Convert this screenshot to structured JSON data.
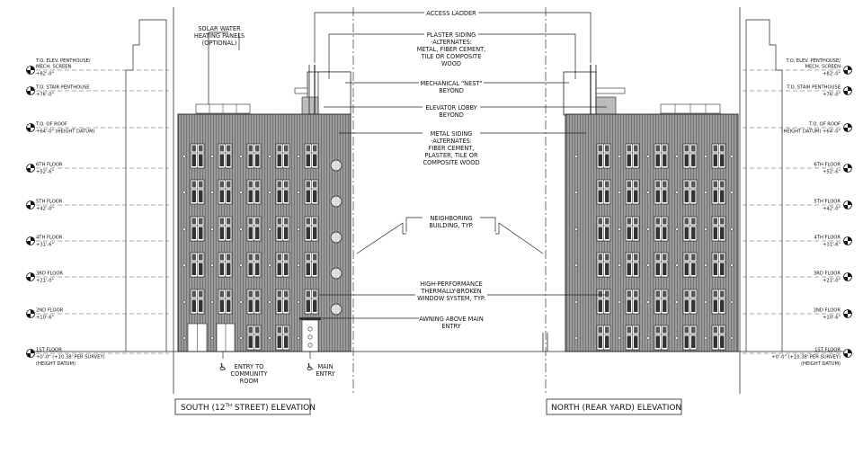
{
  "notes": {
    "solar": [
      "SOLAR WATER",
      "HEATING PANELS",
      "(OPTIONAL)"
    ],
    "ladder": [
      "ACCESS LADDER"
    ],
    "plaster": [
      "PLASTER SIDING",
      "-ALTERNATES:",
      "METAL, FIBER CEMENT,",
      "TILE OR COMPOSITE",
      "WOOD"
    ],
    "mechanical": [
      "MECHANICAL \"NEST\"",
      "BEYOND"
    ],
    "elevator": [
      "ELEVATOR LOBBY",
      "BEYOND"
    ],
    "metal": [
      "METAL SIDING",
      "-ALTERNATES:",
      "FIBER CEMENT,",
      "PLASTER, TILE OR",
      "COMPOSITE WOOD"
    ],
    "neighbor": [
      "NEIGHBORING",
      "BUILDING, TYP."
    ],
    "window": [
      "HIGH-PERFORMANCE",
      "THERMALLY-BROKEN",
      "WINDOW SYSTEM, TYP."
    ],
    "awning": [
      "AWNING ABOVE MAIN",
      "ENTRY"
    ]
  },
  "entries": {
    "community": [
      "ENTRY TO",
      "COMMUNITY",
      "ROOM"
    ],
    "main": [
      "MAIN",
      "ENTRY"
    ]
  },
  "levels_left": [
    {
      "name": "T.O. ELEV. PENTHOUSE/",
      "name2": "MECH. SCREEN",
      "value": "+82'-0\""
    },
    {
      "name": "T.O. STAIR PENTHOUSE",
      "name2": "",
      "value": "+76'-0\""
    },
    {
      "name": "T.O. OF ROOF",
      "name2": "",
      "value": "+64'-0\" (HEIGHT DATUM)"
    },
    {
      "name": "6TH FLOOR",
      "name2": "",
      "value": "+52'-6\""
    },
    {
      "name": "5TH FLOOR",
      "name2": "",
      "value": "+42'-0\""
    },
    {
      "name": "4TH FLOOR",
      "name2": "",
      "value": "+31'-6\""
    },
    {
      "name": "3RD FLOOR",
      "name2": "",
      "value": "+21'-0\""
    },
    {
      "name": "2ND FLOOR",
      "name2": "",
      "value": "+10'-6\""
    },
    {
      "name": "1ST FLOOR",
      "name2": "",
      "value": "+0'-0\" (+10.38' PER SURVEY)",
      "value2": "(HEIGHT DATUM)"
    }
  ],
  "levels_right": [
    {
      "name": "T.O. ELEV. PENTHOUSE/",
      "name2": "MECH. SCREEN",
      "value": "+82'-0\""
    },
    {
      "name": "T.O. STAIR PENTHOUSE",
      "name2": "",
      "value": "+76'-0\""
    },
    {
      "name": "T.O. OF ROOF",
      "name2": "",
      "value": "(HEIGHT DATUM) +64'-0\""
    },
    {
      "name": "6TH FLOOR",
      "name2": "",
      "value": "+52'-6\""
    },
    {
      "name": "5TH FLOOR",
      "name2": "",
      "value": "+42'-0\""
    },
    {
      "name": "4TH FLOOR",
      "name2": "",
      "value": "+31'-6\""
    },
    {
      "name": "3RD FLOOR",
      "name2": "",
      "value": "+21'-0\""
    },
    {
      "name": "2ND FLOOR",
      "name2": "",
      "value": "+10'-6\""
    },
    {
      "name": "1ST FLOOR",
      "name2": "",
      "value": "+0'-0\" (+10.38' PER SURVEY)",
      "value2": "(HEIGHT DATUM)"
    }
  ],
  "titles": {
    "south_pre": "SOUTH (12",
    "south_sup": "TH",
    "south_post": " STREET) ELEVATION",
    "north": "NORTH (REAR YARD) ELEVATION"
  }
}
